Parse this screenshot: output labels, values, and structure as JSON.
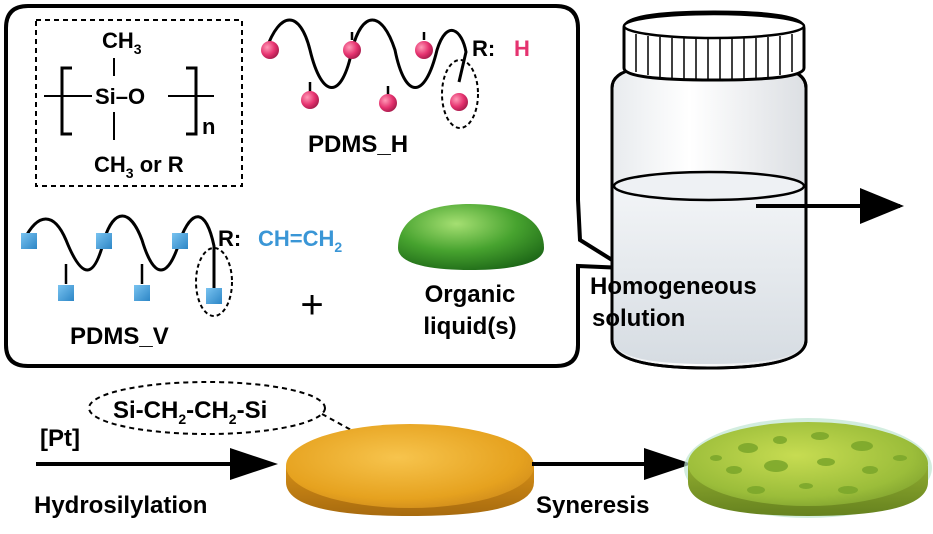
{
  "structure": {
    "top_label": "CH",
    "top_sub": "3",
    "si_o": "Si–O",
    "n": "n",
    "bottom_label": "CH",
    "bottom_sub": "3",
    "bottom_tail": " or R"
  },
  "pdms_h": {
    "name": "PDMS_H",
    "r_prefix": "R:",
    "r_value": "H",
    "color": "#e5326f"
  },
  "pdms_v": {
    "name": "PDMS_V",
    "r_prefix": "R:",
    "r_main": "CH=CH",
    "r_sub": "2",
    "color": "#3a96d6"
  },
  "plus": "+",
  "organic": {
    "line1": "Organic",
    "line2": "liquid(s)",
    "color": "#3f9a2f"
  },
  "jar": {
    "line1": "Homogeneous",
    "line2": "solution"
  },
  "bond": {
    "a": "Si-CH",
    "a_sub": "2",
    "b": "-CH",
    "b_sub": "2",
    "c": "-Si"
  },
  "catalyst": "[Pt]",
  "step1": "Hydrosilylation",
  "step2": "Syneresis",
  "colors": {
    "gel_orange": "#e9a321",
    "gel_green": "#9bbd3a",
    "outline": "#000000"
  }
}
